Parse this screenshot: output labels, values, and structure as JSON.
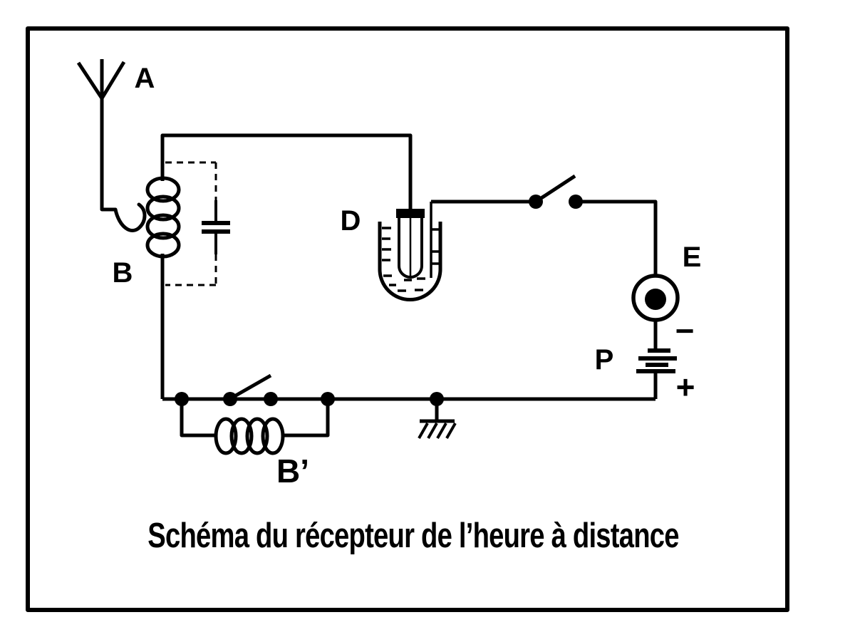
{
  "figure": {
    "caption": "Schéma du récepteur de l’heure à distance",
    "labels": {
      "antenna": "A",
      "tuning_coil": "B",
      "relay_coil": "B’",
      "detector": "D",
      "earpiece": "E",
      "battery": "P",
      "battery_negative": "−",
      "battery_positive": "+"
    },
    "colors": {
      "ink": "#000000",
      "paper": "#ffffff"
    }
  }
}
